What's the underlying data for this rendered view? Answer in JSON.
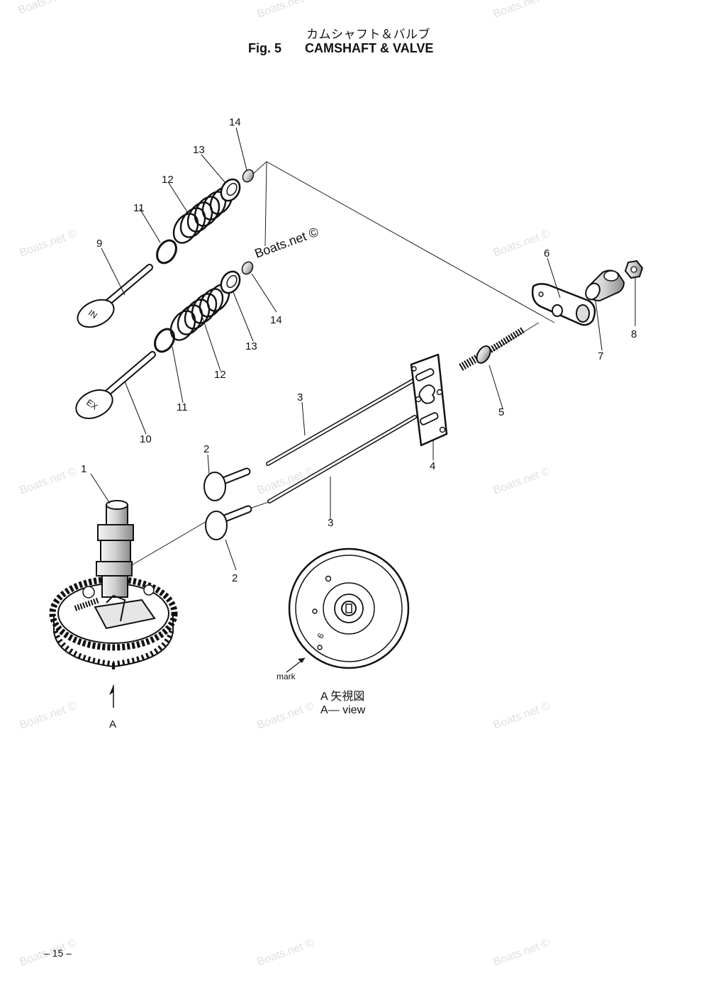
{
  "title": {
    "japanese": "カムシャフト＆バルブ",
    "figure": "Fig. 5",
    "name": "CAMSHAFT & VALVE"
  },
  "callouts": [
    "1",
    "2",
    "2",
    "3",
    "3",
    "4",
    "5",
    "6",
    "7",
    "8",
    "9",
    "10",
    "11",
    "11",
    "12",
    "12",
    "13",
    "13",
    "14",
    "14"
  ],
  "valve_marks": {
    "intake": "IN",
    "exhaust": "EX"
  },
  "view_arrow_label": "A",
  "gear_view": {
    "mark_label": "mark",
    "digit": "6",
    "caption_japanese": "A 矢視図",
    "caption_english": "A— view"
  },
  "watermark": "Boats.net ©",
  "page_number": "– 15 –"
}
